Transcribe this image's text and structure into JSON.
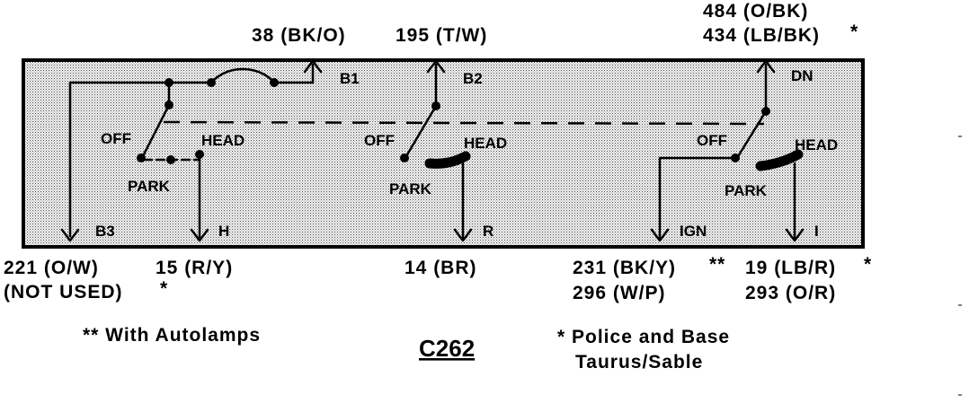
{
  "wires_top": {
    "b1_wire": "38 (BK/O)",
    "b2_wire": "195 (T/W)",
    "dn_wire_1": "484 (O/BK)",
    "dn_wire_2": "434 (LB/BK)",
    "dn_wire_2_mark": "*"
  },
  "wires_bottom": {
    "b3_wire": "221 (O/W)",
    "b3_note": "(NOT USED)",
    "b3_note_mark": "*",
    "h_wire": "15 (R/Y)",
    "r_wire": "14 (BR)",
    "ign_wire_1": "231 (BK/Y)",
    "ign_wire_1_mark": "**",
    "ign_wire_2": "296 (W/P)",
    "i_wire_1": "19 (LB/R)",
    "i_wire_1_mark": "*",
    "i_wire_2": "293 (O/R)"
  },
  "terminals": {
    "b1": "B1",
    "b2": "B2",
    "b3": "B3",
    "dn": "DN",
    "h": "H",
    "r": "R",
    "ign": "IGN",
    "i": "I"
  },
  "switch_labels": {
    "s1_off": "OFF",
    "s1_head": "HEAD",
    "s1_park": "PARK",
    "s2_off": "OFF",
    "s2_head": "HEAD",
    "s2_park": "PARK",
    "s3_off": "OFF",
    "s3_head": "HEAD",
    "s3_park": "PARK"
  },
  "notes": {
    "autolamps": "** With Autolamps",
    "connector": "C262",
    "police_1": "* Police and Base",
    "police_2": "Taurus/Sable"
  }
}
